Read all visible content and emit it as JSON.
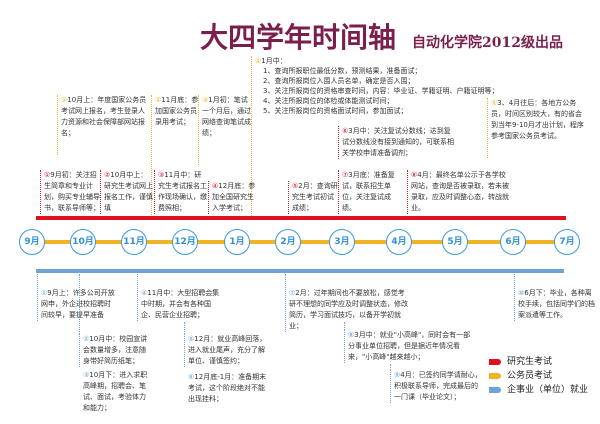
{
  "title": "大四学年时间轴",
  "subtitle": "自动化学院2012级出品",
  "colors": {
    "grad_exam": "#e0101f",
    "civil_exam": "#f0b429",
    "employment": "#6fa3d8",
    "title": "#7a1f4d"
  },
  "months": [
    "9月",
    "10月",
    "11月",
    "12月",
    "1月",
    "2月",
    "3月",
    "4月",
    "5月",
    "6月",
    "7月"
  ],
  "civil": [
    {
      "num": "①",
      "text": "10月上：年度国家公务员考试网上报名，考生登录人力资源和社会保障部网站报名；"
    },
    {
      "num": "②",
      "text": "11月底：参加国家公务员录用考试；"
    },
    {
      "num": "③",
      "text": "1月初：笔试一个月后，通过网络查询笔试成绩；"
    },
    {
      "num": "④",
      "text": "1月中：",
      "list": [
        "1、查询所报职位最低分数，预测结果，准备面试；",
        "2、查询所报岗位入围人员名单，确定是否入围；",
        "3、关注所报岗位的资格审查时间，内容：毕业证、学籍证明、户籍证明等；",
        "4、关注所报岗位的体检或体能测试时间；",
        "5、关注所报岗位的资格面试时间，参加面试；"
      ]
    },
    {
      "num": "⑤",
      "text": "3、4月往后：各地方公务员，时间区别较大，有的省会到当年9-10月才出计划，程序参考国家公务员考试。"
    }
  ],
  "grad": [
    {
      "num": "①",
      "text": "9月初：关注招生简章和专业计划，购买专业辅导书，联系导师等；"
    },
    {
      "num": "②",
      "text": "10月中上：研究生考试网上报名工作，谨慎填"
    },
    {
      "num": "③",
      "text": "11月中：研究生考试报名工作现场确认，缴费照相；"
    },
    {
      "num": "④",
      "text": "12月底：参加全国研究生入学考试；"
    },
    {
      "num": "⑤",
      "text": "2月：查询研究生考试初试成绩；"
    },
    {
      "num": "⑥",
      "text": "3月中：关注复试分数线；达到复试分数线没有接到通知的，可联系相关学校申请准备调剂；"
    },
    {
      "num": "⑦",
      "text": "3月底：准备复试，联系招生单位，关注复试成绩。"
    },
    {
      "num": "⑧",
      "text": "4月：最终名单公示于各学校网站，查询是否被录取，若未被录取，应及时调整心态，转战就业。"
    }
  ],
  "job": [
    {
      "num": "①",
      "text": "9月上：许多公司开放网申，外企进校招聘时间较早，要提早准备"
    },
    {
      "num": "②",
      "text": "10月中：校园宣讲会数量增多，注意随身带好简历纸笔；"
    },
    {
      "num": "③",
      "text": "10月下：进入求职高峰期，招聘会、笔试、面试，考验体力和能力；"
    },
    {
      "num": "④",
      "text": "11月中：大型招聘会集中时期，并会有各种国企、民营企业招聘；"
    },
    {
      "num": "⑤",
      "text": "12月：就业高峰回落，进入就业尾声，充分了解单位、谨慎签约；"
    },
    {
      "num": "⑥",
      "text": "12月底-1月：准备期末考试，这个阶段绝对不能出现挂科；"
    },
    {
      "num": "⑦",
      "text": "2月：过年期间也不要放松，感觉考研不理想的同学应及时调整状态，修改简历，学习面试技巧，以备开学初就业；"
    },
    {
      "num": "⑧",
      "text": "3月中：就业\"小高峰\"，同时会有一部分事业单位招聘，但是据近年情况看来，\"小高峰\"越来越小；"
    },
    {
      "num": "⑨",
      "text": "4月：已签约同学请耐心，积极联系导师，完成最后的一门课（毕业论文）；"
    },
    {
      "num": "⑩",
      "text": "6月下：毕业，各种离校手续，包括同学们的档案派遣等工作。"
    }
  ],
  "legend": [
    "研究生考试",
    "公务员考试",
    "企事业（单位）就业"
  ]
}
